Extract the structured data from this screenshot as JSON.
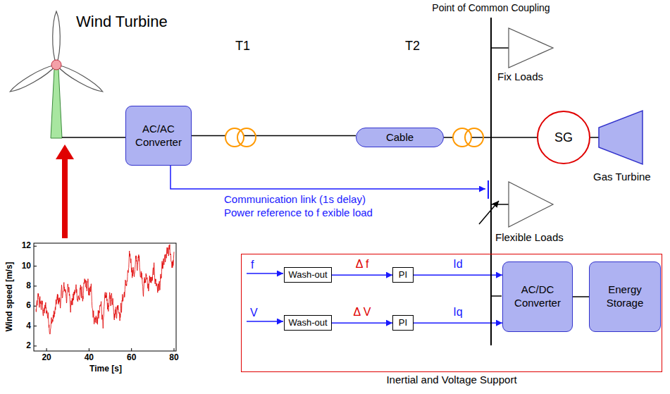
{
  "diagram": {
    "nodes": [
      {
        "text": [
          "AC/AC Converter"
        ]
      },
      {
        "text": [
          "Cable"
        ]
      },
      {
        "text": [
          "SG"
        ]
      },
      {
        "text": [
          "Inertial and Voltage Support"
        ]
      },
      {
        "text": [
          "Wash-out"
        ],
        "in": 3
      },
      {
        "text": [
          "PI"
        ],
        "in": 3
      },
      {
        "text": [
          "Wash-out"
        ],
        "in": 3
      },
      {
        "text": [
          "PI"
        ],
        "in": 3
      },
      {
        "text": [
          "AC/DC Converter"
        ],
        "in": 3
      },
      {
        "text": [
          "Energy Storage"
        ],
        "in": 3
      }
    ],
    "edges": [
      {
        "from": 0,
        "to": 1,
        "arrow": "none"
      },
      {
        "from": 1,
        "to": 2,
        "arrow": "none"
      },
      {
        "from": 4,
        "to": 5,
        "label": "Δ f",
        "arrow": "to"
      },
      {
        "from": 6,
        "to": 7,
        "label": "Δ V",
        "arrow": "to"
      },
      {
        "from": 5,
        "to": 8,
        "label": "Id",
        "arrow": "to"
      },
      {
        "from": 7,
        "to": 8,
        "label": "Iq",
        "arrow": "to"
      },
      {
        "from": 8,
        "to": 9,
        "arrow": "none"
      }
    ],
    "labels": [
      "Wind Turbine",
      "T1",
      "T2",
      "Point of Common Coupling",
      "Fix Loads",
      "Gas Turbine",
      "Communication link (1s delay)",
      "Power reference to f exible load",
      "Flexible Loads",
      "f",
      "V",
      "Wind speed [m/s]",
      "2",
      "4",
      "6",
      "8",
      "10",
      "12",
      "20",
      "40",
      "60",
      "80",
      "Time [s]"
    ]
  }
}
